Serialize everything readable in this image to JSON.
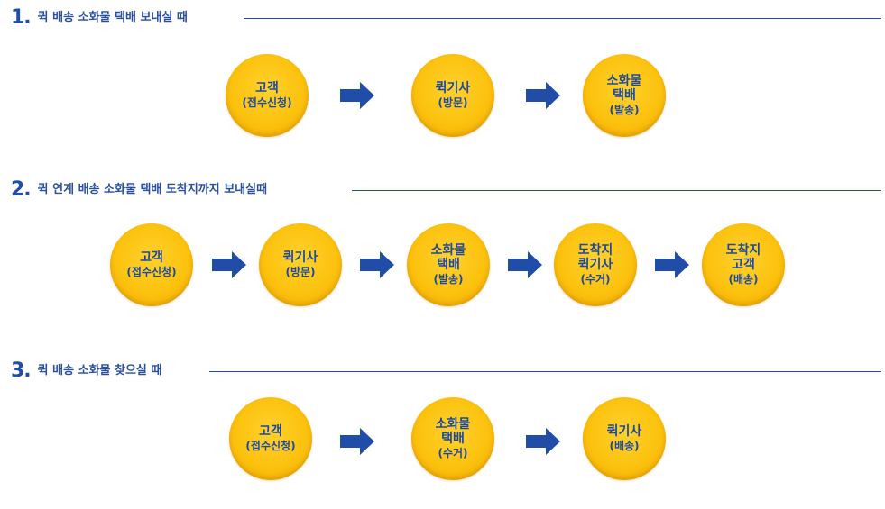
{
  "sections": [
    {
      "number": "1.",
      "title": "퀵 배송 소화물 택배 보내실 때",
      "nodes": [
        {
          "lines": [
            "고객"
          ],
          "sub": "(접수신청)"
        },
        {
          "lines": [
            "퀵기사"
          ],
          "sub": "(방문)"
        },
        {
          "lines": [
            "소화물",
            "택배"
          ],
          "sub": "(발송)"
        }
      ]
    },
    {
      "number": "2.",
      "title": "퀵 연계 배송 소화물 택배 도착지까지 보내실때",
      "nodes": [
        {
          "lines": [
            "고객"
          ],
          "sub": "(접수신청)"
        },
        {
          "lines": [
            "퀵기사"
          ],
          "sub": "(방문)"
        },
        {
          "lines": [
            "소화물",
            "택배"
          ],
          "sub": "(발송)"
        },
        {
          "lines": [
            "도착지",
            "퀵기사"
          ],
          "sub": "(수거)"
        },
        {
          "lines": [
            "도착지",
            "고객"
          ],
          "sub": "(배송)"
        }
      ]
    },
    {
      "number": "3.",
      "title": "퀵 배송 소화물 찾으실 때",
      "nodes": [
        {
          "lines": [
            "고객"
          ],
          "sub": "(접수신청)"
        },
        {
          "lines": [
            "소화물",
            "택배"
          ],
          "sub": "(수거)"
        },
        {
          "lines": [
            "퀵기사"
          ],
          "sub": "(배송)"
        }
      ]
    }
  ],
  "colors": {
    "accent": "#1f4da8",
    "node_fill": "#fcc20e",
    "arrow": "#1f4da8"
  },
  "icons": {
    "arrow": "right-arrow-icon"
  }
}
